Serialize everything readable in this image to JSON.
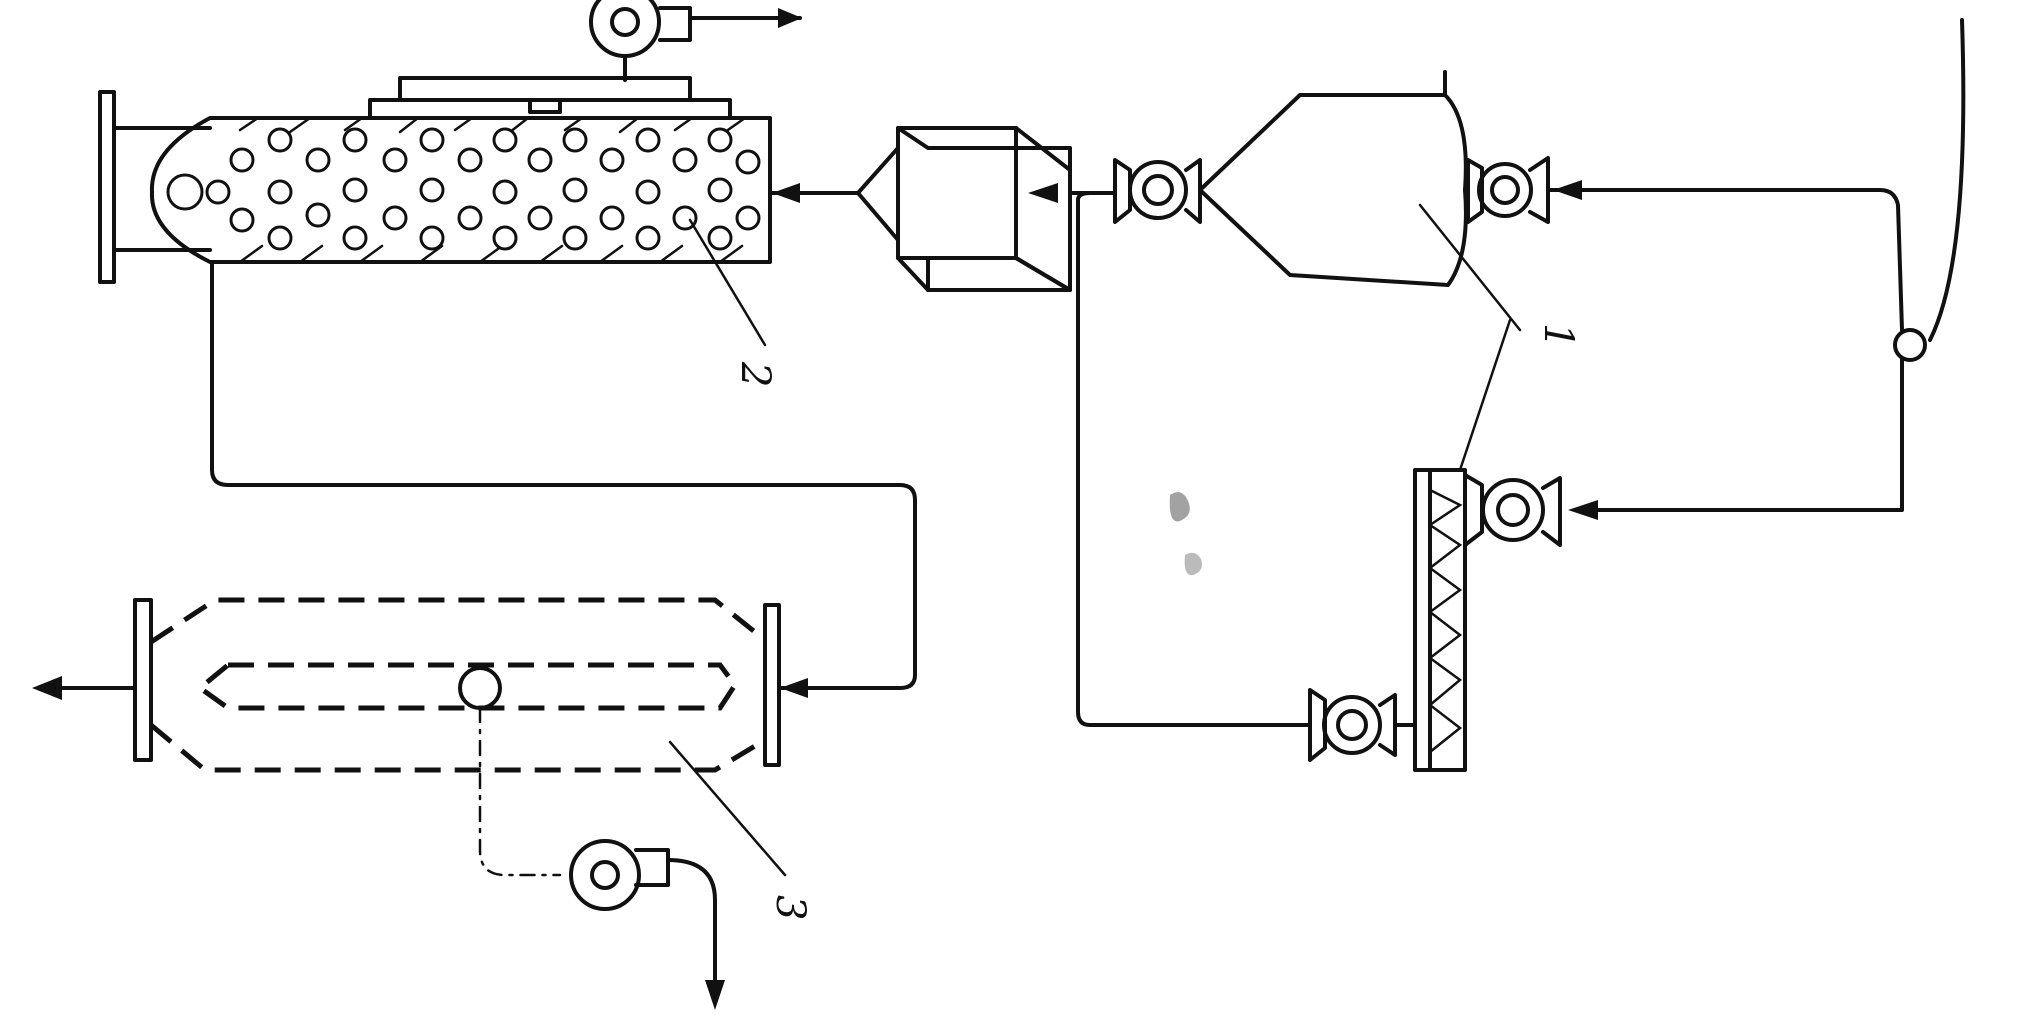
{
  "labels": {
    "label_1": "1",
    "label_2": "2",
    "label_3": "3"
  },
  "colors": {
    "ink": "#111111",
    "paper": "#ffffff"
  },
  "icons": [
    "fan-icon",
    "pump-icon",
    "arrow-icon"
  ]
}
